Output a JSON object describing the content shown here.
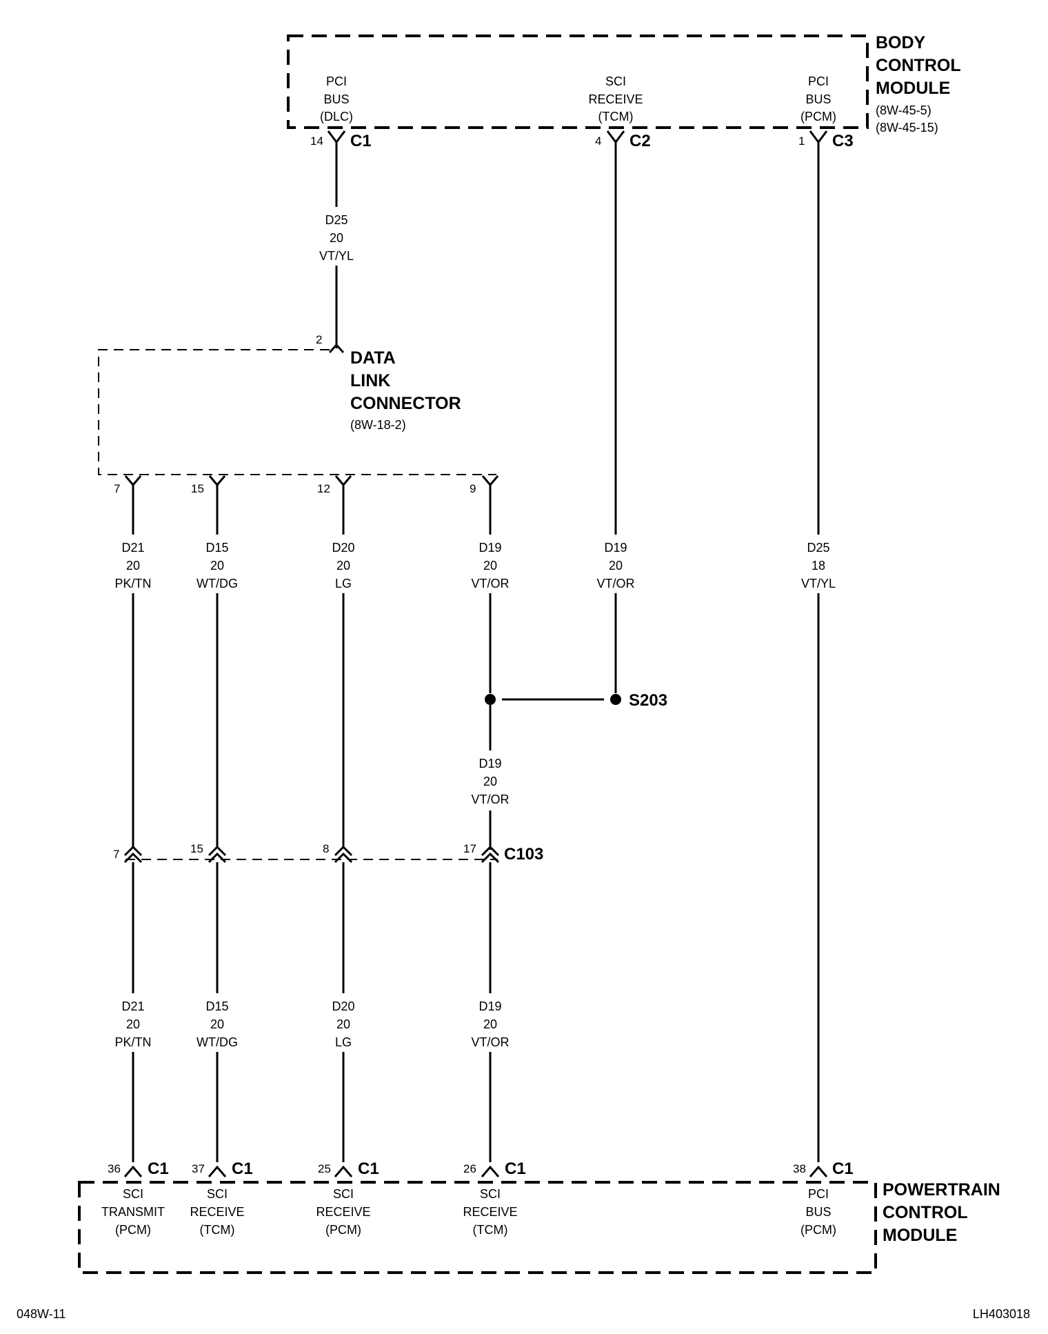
{
  "bcm": {
    "title": [
      "BODY",
      "CONTROL",
      "MODULE"
    ],
    "refs": [
      "(8W-45-5)",
      "(8W-45-15)"
    ],
    "pins": [
      {
        "label": [
          "PCI",
          "BUS",
          "(DLC)"
        ],
        "pin": "14",
        "connector": "C1"
      },
      {
        "label": [
          "SCI",
          "RECEIVE",
          "(TCM)"
        ],
        "pin": "4",
        "connector": "C2"
      },
      {
        "label": [
          "PCI",
          "BUS",
          "(PCM)"
        ],
        "pin": "1",
        "connector": "C3"
      }
    ]
  },
  "dlc": {
    "title": [
      "DATA",
      "LINK",
      "CONNECTOR"
    ],
    "ref": "(8W-18-2)",
    "top_pin": "2",
    "bottom_pins": [
      "7",
      "15",
      "12",
      "9"
    ]
  },
  "wires": {
    "bcm_to_dlc": [
      "D25",
      "20",
      "VT/YL"
    ],
    "dlc_7": [
      "D21",
      "20",
      "PK/TN"
    ],
    "dlc_15": [
      "D15",
      "20",
      "WT/DG"
    ],
    "dlc_12": [
      "D20",
      "20",
      "LG"
    ],
    "dlc_9": [
      "D19",
      "20",
      "VT/OR"
    ],
    "bcm_c2": [
      "D19",
      "20",
      "VT/OR"
    ],
    "bcm_c3": [
      "D25",
      "18",
      "VT/YL"
    ],
    "splice_to_c103": [
      "D19",
      "20",
      "VT/OR"
    ],
    "pcm_36": [
      "D21",
      "20",
      "PK/TN"
    ],
    "pcm_37": [
      "D15",
      "20",
      "WT/DG"
    ],
    "pcm_25": [
      "D20",
      "20",
      "LG"
    ],
    "pcm_26": [
      "D19",
      "20",
      "VT/OR"
    ]
  },
  "splice": {
    "name": "S203"
  },
  "c103": {
    "name": "C103",
    "pins": [
      "7",
      "15",
      "8",
      "17"
    ]
  },
  "pcm": {
    "title": [
      "POWERTRAIN",
      "CONTROL",
      "MODULE"
    ],
    "pins": [
      {
        "pin": "36",
        "connector": "C1",
        "label": [
          "SCI",
          "TRANSMIT",
          "(PCM)"
        ]
      },
      {
        "pin": "37",
        "connector": "C1",
        "label": [
          "SCI",
          "RECEIVE",
          "(TCM)"
        ]
      },
      {
        "pin": "25",
        "connector": "C1",
        "label": [
          "SCI",
          "RECEIVE",
          "(PCM)"
        ]
      },
      {
        "pin": "26",
        "connector": "C1",
        "label": [
          "SCI",
          "RECEIVE",
          "(TCM)"
        ]
      },
      {
        "pin": "38",
        "connector": "C1",
        "label": [
          "PCI",
          "BUS",
          "(PCM)"
        ]
      }
    ]
  },
  "footer": {
    "left": "048W-11",
    "right": "LH403018"
  }
}
